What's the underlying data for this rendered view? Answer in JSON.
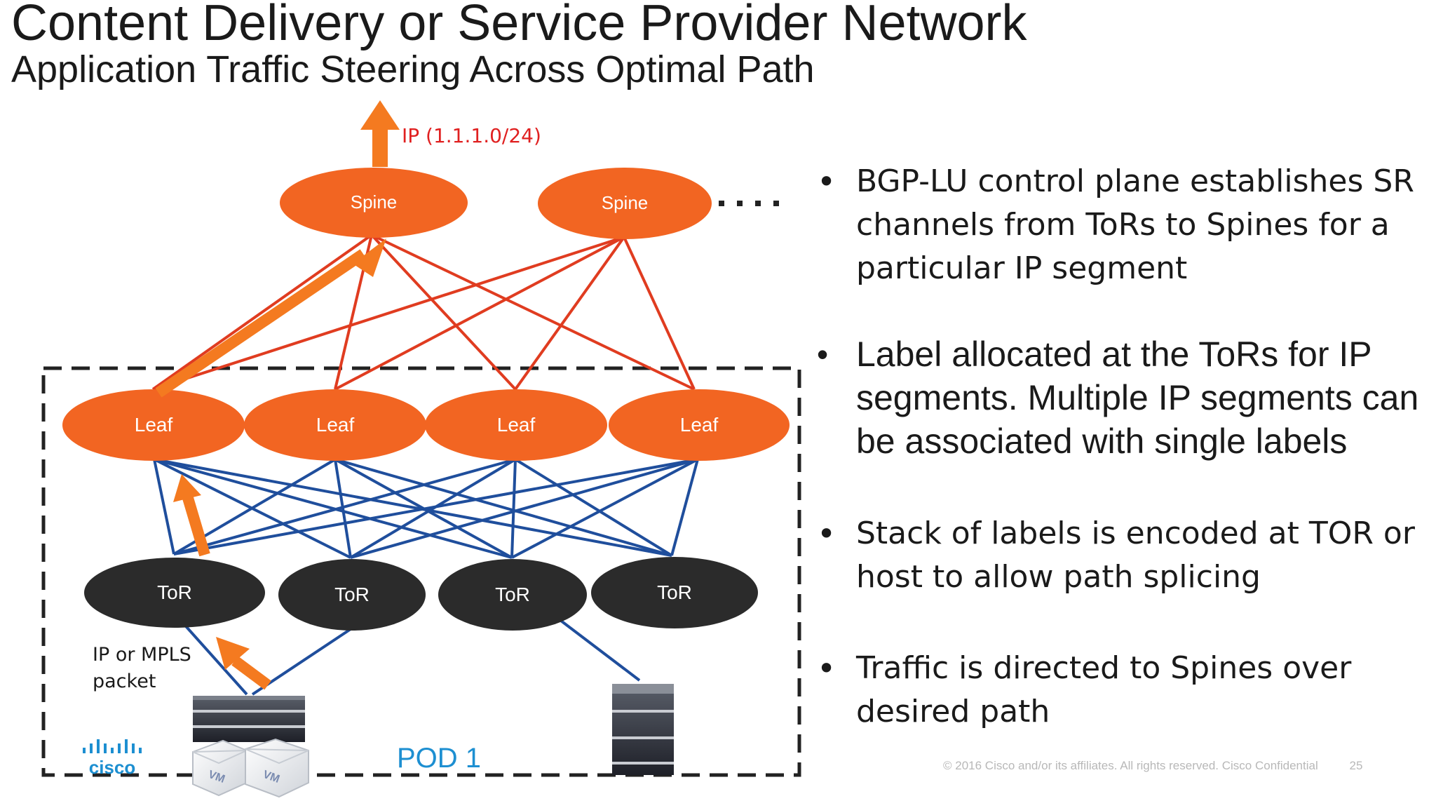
{
  "header": {
    "title": "Content Delivery or Service Provider Network",
    "subtitle": "Application Traffic Steering Across Optimal Path"
  },
  "diagram": {
    "ip_prefix_label": "IP (1.1.1.0/24)",
    "spines": [
      {
        "label": "Spine"
      },
      {
        "label": "Spine"
      }
    ],
    "leaves": [
      {
        "label": "Leaf"
      },
      {
        "label": "Leaf"
      },
      {
        "label": "Leaf"
      },
      {
        "label": "Leaf"
      }
    ],
    "tors": [
      {
        "label": "ToR"
      },
      {
        "label": "ToR"
      },
      {
        "label": "ToR"
      },
      {
        "label": "ToR"
      }
    ],
    "packet_label_line1": "IP or MPLS",
    "packet_label_line2": "packet",
    "pod_label": "POD 1",
    "vm_label": "VM",
    "logo_text": "cisco",
    "colors": {
      "spine_leaf": "#f26522",
      "tor": "#2b2b2b",
      "spine_links": "#e03c20",
      "tor_links": "#1f4e9c",
      "arrow": "#f47a20",
      "ip_label": "#e02020",
      "pod_label": "#1d8fd1"
    }
  },
  "bullets": [
    {
      "text": "BGP-LU control plane establishes SR channels from ToRs to Spines for a particular IP segment"
    },
    {
      "text": "Label allocated at the ToRs for IP segments. Multiple IP segments can be associated with single labels"
    },
    {
      "text": "Stack of labels is encoded at TOR or host to allow path splicing"
    },
    {
      "text": "Traffic is directed to Spines over desired path"
    }
  ],
  "footer": {
    "copyright": "© 2016 Cisco and/or its affiliates. All rights reserved.   Cisco Confidential",
    "page_number": "25"
  }
}
